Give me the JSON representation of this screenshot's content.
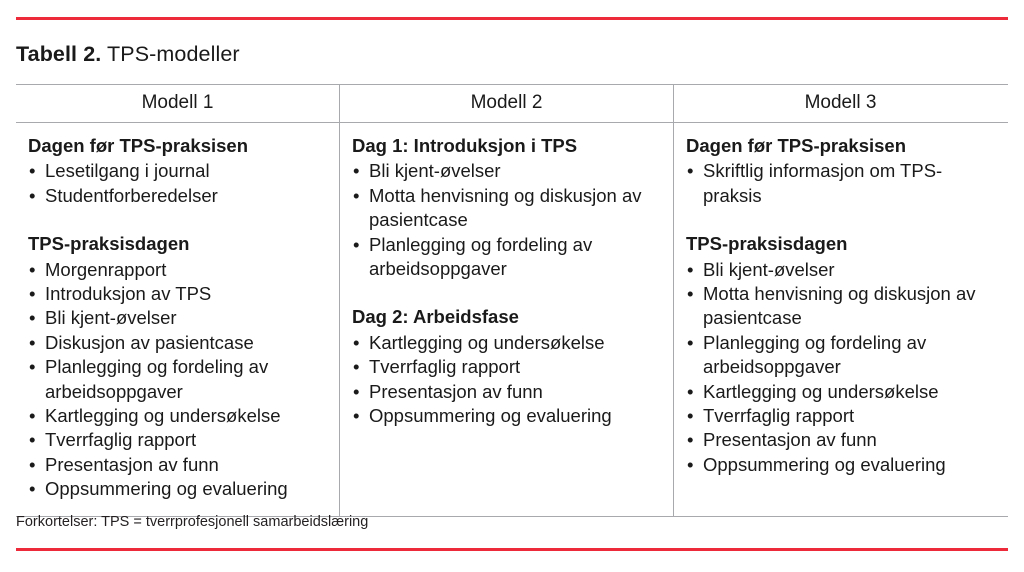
{
  "colors": {
    "rule_red": "#ed2a39",
    "border_gray": "#a7a9ac",
    "text": "#1a1a1a"
  },
  "caption": {
    "label": "Tabell 2.",
    "title": "TPS-modeller"
  },
  "table": {
    "headers": [
      "Modell 1",
      "Modell 2",
      "Modell 3"
    ],
    "columns": [
      {
        "header": "Modell 1",
        "blocks": [
          {
            "heading": "Dagen før TPS-praksisen",
            "items": [
              "Lesetilgang i journal",
              "Studentforberedelser"
            ]
          },
          {
            "heading": "TPS-praksisdagen",
            "items": [
              "Morgenrapport",
              "Introduksjon av TPS",
              "Bli kjent-øvelser",
              "Diskusjon av pasientcase",
              "Planlegging og fordeling av arbeidsoppgaver",
              "Kartlegging og undersøkelse",
              "Tverrfaglig rapport",
              "Presentasjon av funn",
              "Oppsummering og evaluering"
            ]
          }
        ]
      },
      {
        "header": "Modell 2",
        "blocks": [
          {
            "heading": "Dag 1: Introduksjon i TPS",
            "items": [
              "Bli kjent-øvelser",
              "Motta henvisning og diskusjon av pasientcase",
              "Planlegging og fordeling av arbeidsoppgaver"
            ]
          },
          {
            "heading": "Dag 2: Arbeidsfase",
            "items": [
              "Kartlegging og undersøkelse",
              "Tverrfaglig rapport",
              "Presentasjon av funn",
              "Oppsummering og evaluering"
            ]
          }
        ]
      },
      {
        "header": "Modell 3",
        "blocks": [
          {
            "heading": "Dagen før TPS-praksisen",
            "items": [
              "Skriftlig informasjon om TPS-praksis"
            ]
          },
          {
            "heading": "TPS-praksisdagen",
            "items": [
              "Bli kjent-øvelser",
              "Motta henvisning og diskusjon av pasientcase",
              "Planlegging og fordeling av arbeidsoppgaver",
              "Kartlegging og undersøkelse",
              "Tverrfaglig rapport",
              "Presentasjon av funn",
              "Oppsummering og evaluering"
            ]
          }
        ]
      }
    ]
  },
  "footnote": "Forkortelser: TPS = tverrprofesjonell samarbeidslæring"
}
